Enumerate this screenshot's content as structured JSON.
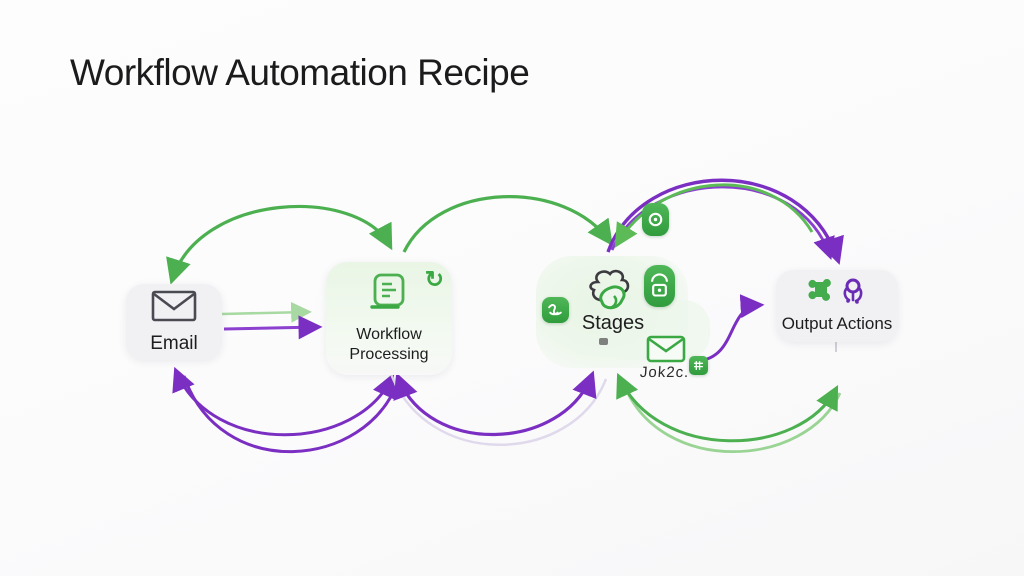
{
  "title": "Workflow Automation Recipe",
  "colors": {
    "green": "#4cb050",
    "green_mid": "#5cbb57",
    "green_light": "#a9d9a3",
    "purple": "#7b2ec2",
    "purple_light": "#a97fd6",
    "text": "#1d1d1f",
    "node_bg": "#f1f1f4",
    "node_green_bg": "#e9f5e5"
  },
  "nodes": [
    {
      "id": "email",
      "label": "Email",
      "icon": "envelope-icon"
    },
    {
      "id": "workflow-processing",
      "label": "Workflow Processing",
      "icon": "document-icon",
      "badge_icon": "sync-icon"
    },
    {
      "id": "stages",
      "label": "Stages",
      "icon": "scribble-cloud-icon"
    },
    {
      "id": "output-actions",
      "label": "Output Actions",
      "icons": [
        "puzzle-icon",
        "tentacle-icon"
      ]
    }
  ],
  "sub_node": {
    "id": "mail-sub",
    "label": "Jok2c.",
    "icon": "envelope-green-icon",
    "badge_icon": "grid-chip-icon"
  },
  "floating_icons": [
    {
      "id": "chip-ring",
      "icon": "ring-chip-icon"
    },
    {
      "id": "chip-dome",
      "icon": "dome-chip-icon"
    },
    {
      "id": "chip-squiggle",
      "icon": "squiggle-chip-icon"
    }
  ],
  "connections": [
    {
      "from": "email",
      "to": "workflow-processing",
      "style": "arc-top",
      "color": "green",
      "bidirectional": true
    },
    {
      "from": "email",
      "to": "workflow-processing",
      "style": "straight",
      "color": "green_light",
      "bidirectional": false
    },
    {
      "from": "email",
      "to": "workflow-processing",
      "style": "straight",
      "color": "purple",
      "bidirectional": false
    },
    {
      "from": "email",
      "to": "workflow-processing",
      "style": "arc-bottom-double",
      "color": "purple",
      "bidirectional": true
    },
    {
      "from": "workflow-processing",
      "to": "stages",
      "style": "arc-top",
      "color": "green",
      "bidirectional": false
    },
    {
      "from": "workflow-processing",
      "to": "stages",
      "style": "arc-bottom",
      "color": "purple",
      "bidirectional": true
    },
    {
      "from": "stages",
      "to": "output-actions",
      "style": "arc-top-outer",
      "color": "purple",
      "bidirectional": false
    },
    {
      "from": "output-actions",
      "to": "stages",
      "style": "arc-top-inner",
      "color": "green_mid",
      "bidirectional": false
    },
    {
      "from": "stages",
      "to": "output-actions",
      "style": "arc-bottom-double",
      "color": "green",
      "bidirectional": true
    },
    {
      "from": "mail-sub",
      "to": "output-actions",
      "style": "s-curve",
      "color": "purple",
      "bidirectional": false
    }
  ]
}
